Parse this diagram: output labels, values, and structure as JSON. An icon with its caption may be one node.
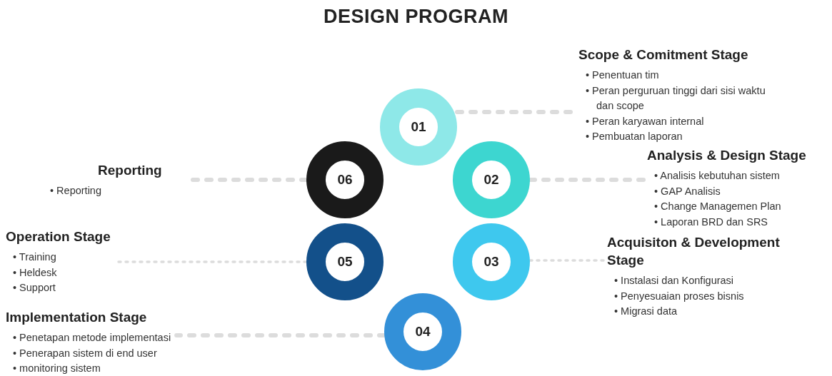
{
  "diagram": {
    "title": "DESIGN PROGRAM",
    "nodes": [
      {
        "text": [
          "01"
        ]
      },
      {
        "text": [
          "02"
        ]
      },
      {
        "text": [
          "03"
        ]
      },
      {
        "text": [
          "04"
        ]
      },
      {
        "text": [
          "05"
        ]
      },
      {
        "text": [
          "06"
        ]
      },
      {
        "text": [
          "Scope & Comitment Stage",
          "• Penentuan tim",
          "• Peran perguruan tinggi dari sisi waktu dan scope",
          "• Peran karyawan internal",
          "• Pembuatan laporan"
        ]
      },
      {
        "text": [
          "Analysis & Design Stage",
          "• Analisis kebutuhan sistem",
          "• GAP Analisis",
          "• Change Managemen Plan",
          "• Laporan BRD dan SRS"
        ]
      },
      {
        "text": [
          "Acquisiton & Development Stage",
          "• Instalasi dan Konfigurasi",
          "• Penyesuaian proses bisnis",
          "• Migrasi data"
        ]
      },
      {
        "text": [
          "Implementation Stage",
          "• Penetapan metode implementasi",
          "• Penerapan sistem di end user",
          "• monitoring sistem"
        ]
      },
      {
        "text": [
          "Operation Stage",
          "• Training",
          "• Heldesk",
          "• Support"
        ]
      },
      {
        "text": [
          "Reporting",
          "• Reporting"
        ]
      }
    ],
    "edges": [
      {
        "from": 0,
        "to": 6,
        "arrow": "none",
        "style": "dashed"
      },
      {
        "from": 1,
        "to": 7,
        "arrow": "none",
        "style": "dashed"
      },
      {
        "from": 2,
        "to": 8,
        "arrow": "none",
        "style": "dashed"
      },
      {
        "from": 3,
        "to": 9,
        "arrow": "none",
        "style": "dashed"
      },
      {
        "from": 4,
        "to": 10,
        "arrow": "none",
        "style": "dashed"
      },
      {
        "from": 5,
        "to": 11,
        "arrow": "none",
        "style": "dashed"
      }
    ]
  }
}
